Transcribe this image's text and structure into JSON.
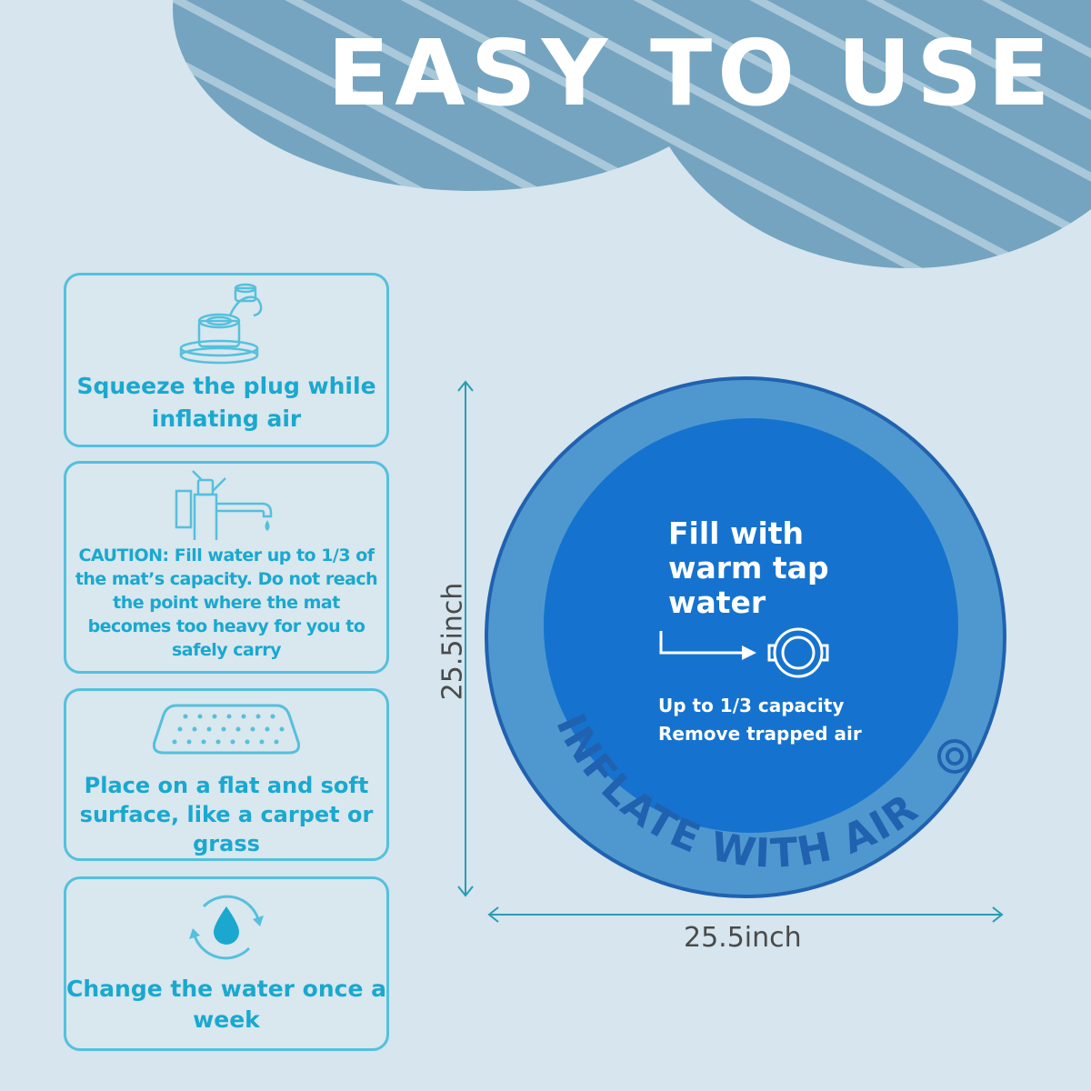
{
  "title": "EASY TO USE",
  "colors": {
    "background": "#d6e5ee",
    "cloud": "#74a4c0",
    "accent": "#1aa8cf",
    "disc_outer": "#4f98cf",
    "disc_inner": "#1573cf",
    "ring_text": "#2062b0"
  },
  "cards": [
    {
      "icon": "valve-plug-icon",
      "text": "Squeeze the plug while inflating air"
    },
    {
      "icon": "faucet-icon",
      "text": "CAUTION: Fill water up to 1/3 of the mat’s capacity. Do not reach the point where the mat becomes too heavy for you to safely carry"
    },
    {
      "icon": "mat-icon",
      "text": "Place on a flat and soft surface, like a carpet or grass"
    },
    {
      "icon": "water-cycle-icon",
      "text": "Change the water once a week"
    }
  ],
  "mat": {
    "fill_text": "Fill with warm tap water",
    "capacity_text": "Up to 1/3 capacity",
    "trapped_text": "Remove trapped air",
    "ring_text": "INFLATE WITH AIR",
    "width_label": "25.5inch",
    "height_label": "25.5inch"
  }
}
